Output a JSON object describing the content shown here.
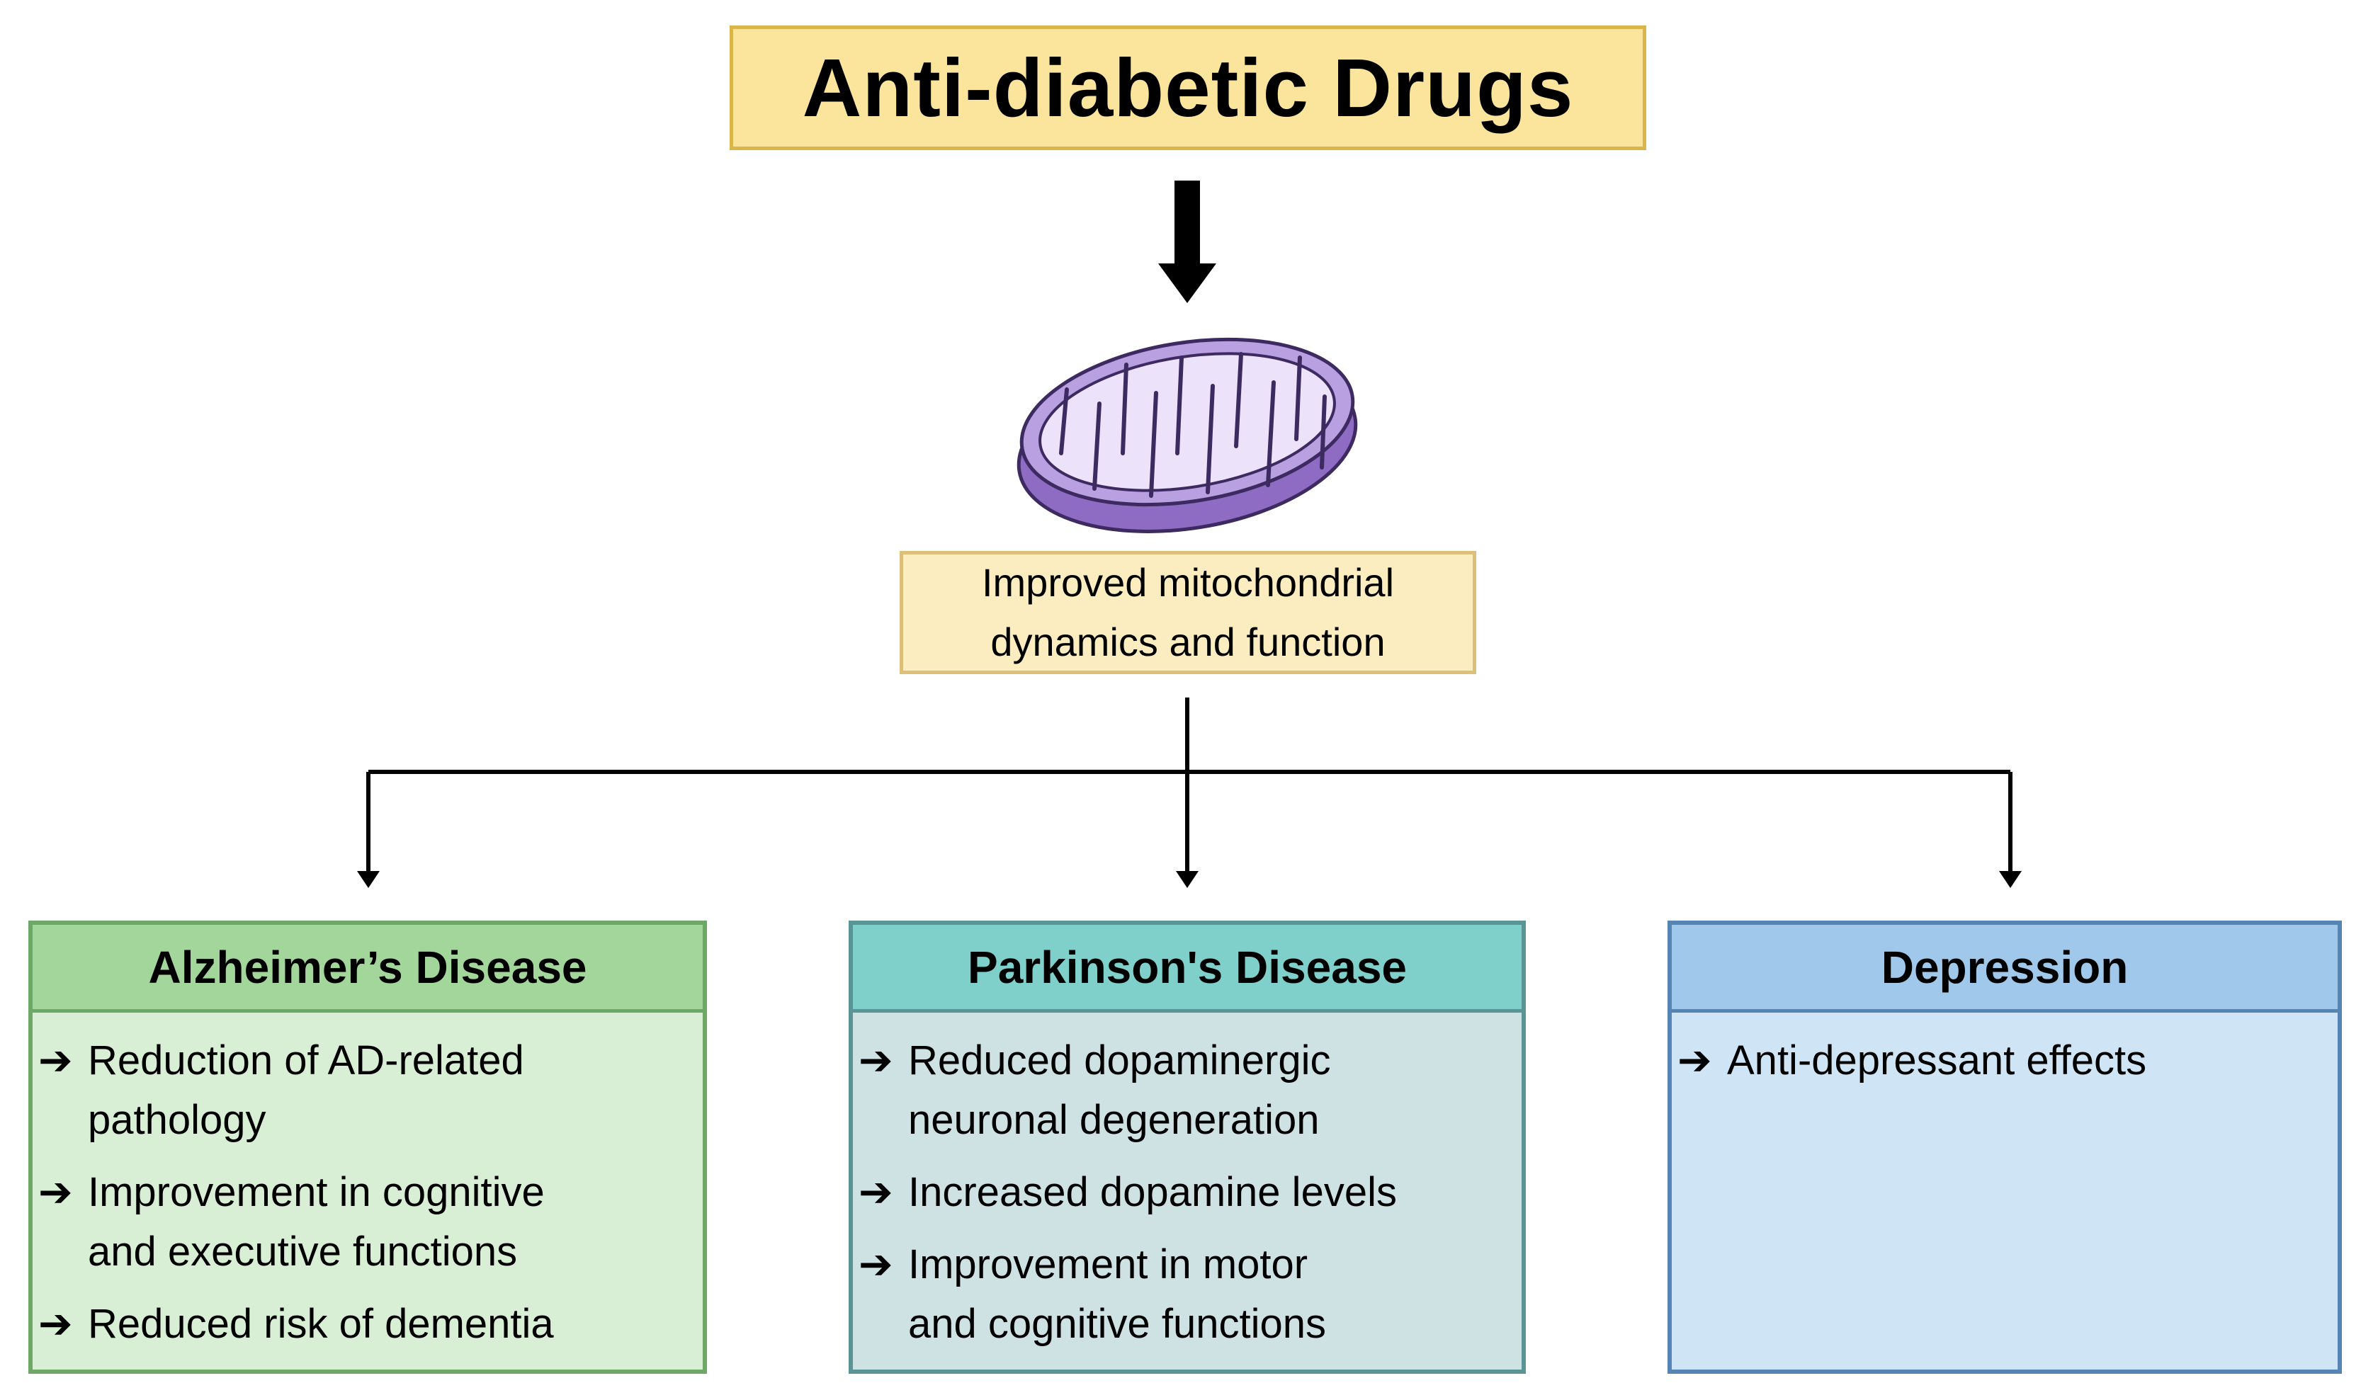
{
  "title": "Anti-diabetic Drugs",
  "mechanism": {
    "line1": "Improved mitochondrial",
    "line2": "dynamics and function",
    "icon": "mitochondrion-icon"
  },
  "colors": {
    "title_fill": "#fbe49b",
    "mechanism_fill": "#fbedc0",
    "alzheimers_header": "#a3d69a",
    "parkinsons_header": "#7fcfcb",
    "depression_header": "#9fc8ea",
    "mitochondrion": "#b9a0e0"
  },
  "outcomes": [
    {
      "title": "Alzheimer’s Disease",
      "points": [
        [
          "Reduction of AD-related",
          "pathology"
        ],
        [
          "Improvement in cognitive",
          "and executive functions"
        ],
        [
          "Reduced risk of dementia"
        ]
      ]
    },
    {
      "title": "Parkinson's Disease",
      "points": [
        [
          "Reduced dopaminergic",
          "neuronal degeneration"
        ],
        [
          "Increased dopamine levels"
        ],
        [
          "Improvement in motor",
          "and cognitive functions"
        ]
      ]
    },
    {
      "title": "Depression",
      "points": [
        [
          "Anti-depressant effects"
        ]
      ]
    }
  ]
}
